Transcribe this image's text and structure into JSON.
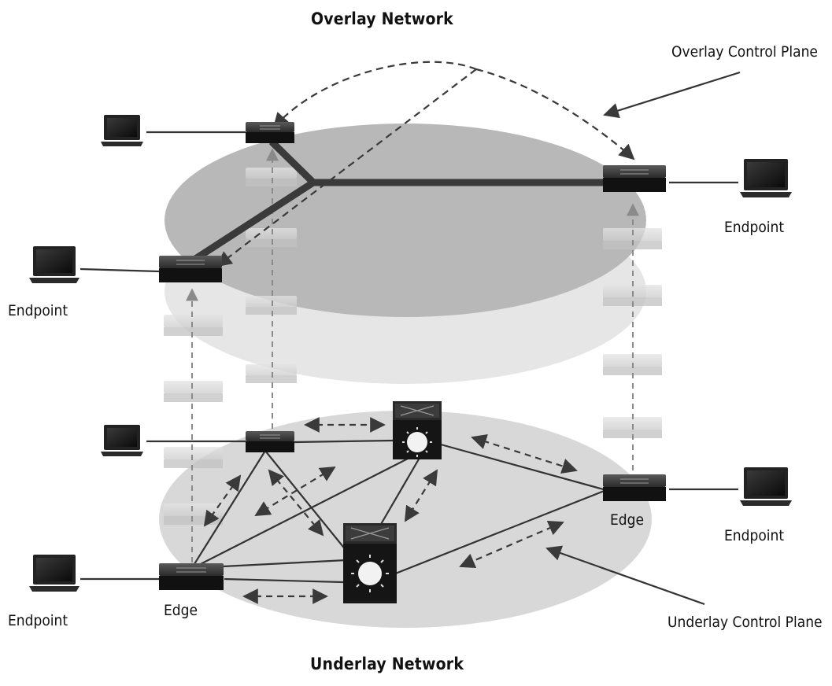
{
  "titles": {
    "overlay": "Overlay Network",
    "underlay": "Underlay Network"
  },
  "labels": {
    "overlay_control_plane": "Overlay Control Plane",
    "underlay_control_plane": "Underlay Control Plane",
    "endpoint": "Endpoint",
    "edge": "Edge"
  },
  "colors": {
    "overlay_ellipse": "#b9b9b9",
    "underlay_ellipse": "#d6d6d6",
    "overlay_path": "#3a3a3a",
    "switch_body": "#1c1c1c",
    "ghost_switch": "#cfcfcf",
    "line": "#333333",
    "dashed_arrow": "#444444"
  },
  "icons": [
    "laptop-icon",
    "switch-icon",
    "core-router-icon",
    "arrow-icon"
  ]
}
